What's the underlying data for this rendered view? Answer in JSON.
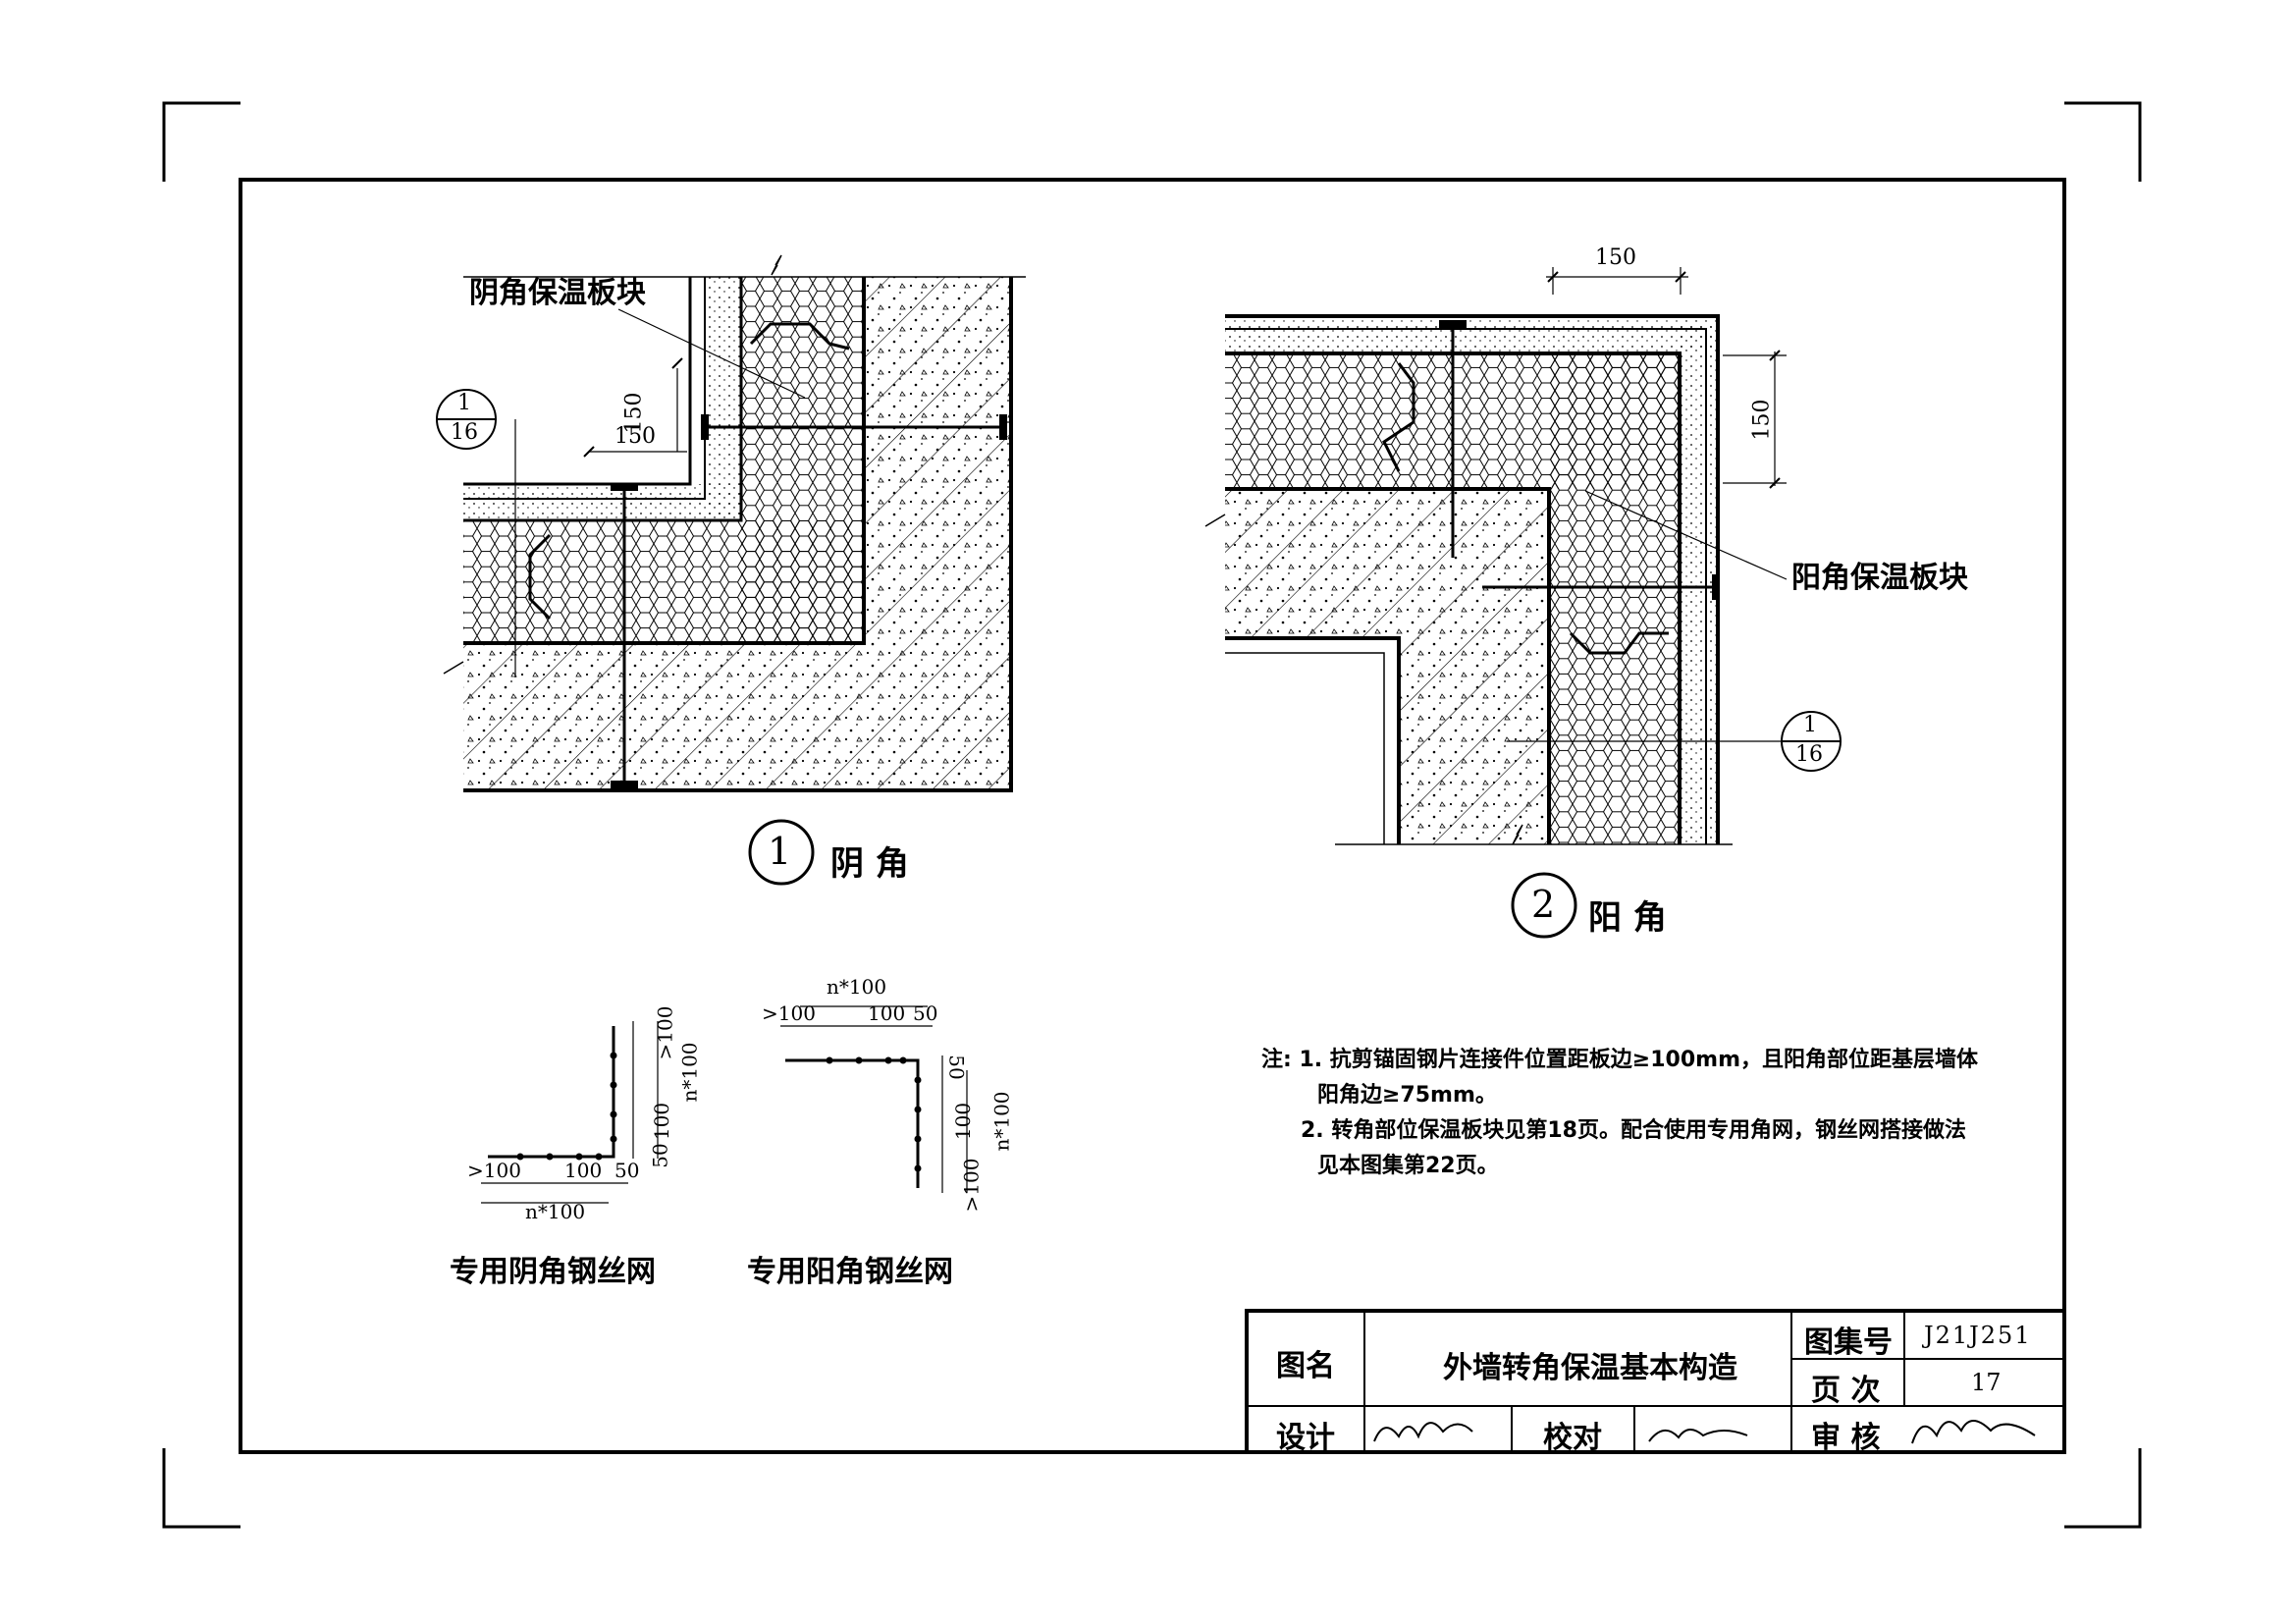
{
  "detail1": {
    "number": "1",
    "title": "阴 角",
    "panel_label": "阴角保温板块",
    "ref_top": "1",
    "ref_bottom": "16",
    "dim_vertical": "150",
    "dim_horizontal": "150"
  },
  "detail2": {
    "number": "2",
    "title": "阳 角",
    "panel_label": "阳角保温板块",
    "ref_top": "1",
    "ref_bottom": "16",
    "dim_horizontal": "150",
    "dim_vertical": "150"
  },
  "mesh_inside": {
    "title": "专用阴角钢丝网",
    "dims": {
      "gt100_h": ">100",
      "d100_h": "100",
      "d50_h": "50",
      "n100_h": "n*100",
      "gt100_v": ">100",
      "d100_v": "100",
      "d50_v": "50",
      "n100_v": "n*100"
    }
  },
  "mesh_outside": {
    "title": "专用阳角钢丝网",
    "dims": {
      "n100_h": "n*100",
      "gt100_h": ">100",
      "d100_h": "100",
      "d50_h": "50",
      "d50_v": "50",
      "d100_v": "100",
      "n100_v": "n*100",
      "gt100_v": ">100"
    }
  },
  "notes": {
    "prefix": "注:",
    "line1": "1. 抗剪锚固钢片连接件位置距板边≥100mm，且阳角部位距基层墙体",
    "line1b": "阳角边≥75mm。",
    "line2": "2. 转角部位保温板块见第18页。配合使用专用角网，钢丝网搭接做法",
    "line2b": "见本图集第22页。"
  },
  "title_block": {
    "name_label": "图名",
    "name_value": "外墙转角保温基本构造",
    "atlas_label": "图集号",
    "atlas_value": "J21J251",
    "page_label": "页 次",
    "page_value": "17",
    "design_label": "设计",
    "check_label": "校对",
    "review_label": "审 核"
  }
}
